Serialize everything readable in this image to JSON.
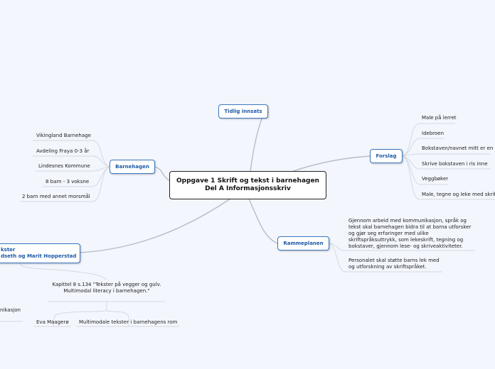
{
  "central": {
    "line1": "Oppgave 1 Skrift og tekst i barnehagen",
    "line2": "Del A Informasjonsskriv"
  },
  "branches": {
    "tidlig_innsats": {
      "label": "Tidlig innsats"
    },
    "forslag": {
      "label": "Forslag",
      "items": [
        "Male på lerret",
        "Idebroen",
        "Bokstaven/navnet mitt er en",
        "Skrive bokstaven i ris inne",
        "Veggbøker",
        "Male, tegne og leke med skrift"
      ]
    },
    "barnehagen": {
      "label": "Barnehagen",
      "items": [
        "Vikingland Barnehage",
        "Avdeling Fraya 0-3 år",
        "Lindesnes Kommune",
        "8 barn - 3 voksne",
        "2 barn med annet morsmål"
      ]
    },
    "rammeplanen": {
      "label": "Rammeplanen",
      "items": [
        "Gjennom arbeid med kommunikasjon, språk og tekst skal barnehagen bidra til at barna utforsker og gjør seg erfaringer med ulike skriftspråksuttrykk, som lekeskrift, tegning og bokstaver, gjennom lese- og skriveaktiviteter.",
        "Personalet skal støtte barns lek med og utforskning av skriftspråket."
      ]
    },
    "tekster": {
      "line1": "kster",
      "line2": "dseth og Marit Hopperstad",
      "kapittel": "Kapittel 8 s.134 \"Tekster på vegger og gulv. Multimodal literacy i barnehagen.\"",
      "sub": [
        "Eva Maagerø",
        "Multimodale tekster i barnehagens rom"
      ],
      "left_fragment": "nikasjon"
    }
  },
  "colors": {
    "background": "#f3f6fd",
    "node_border": "#3d79c0",
    "node_text": "#1c5aa6",
    "connector": "#b7bcc6"
  }
}
